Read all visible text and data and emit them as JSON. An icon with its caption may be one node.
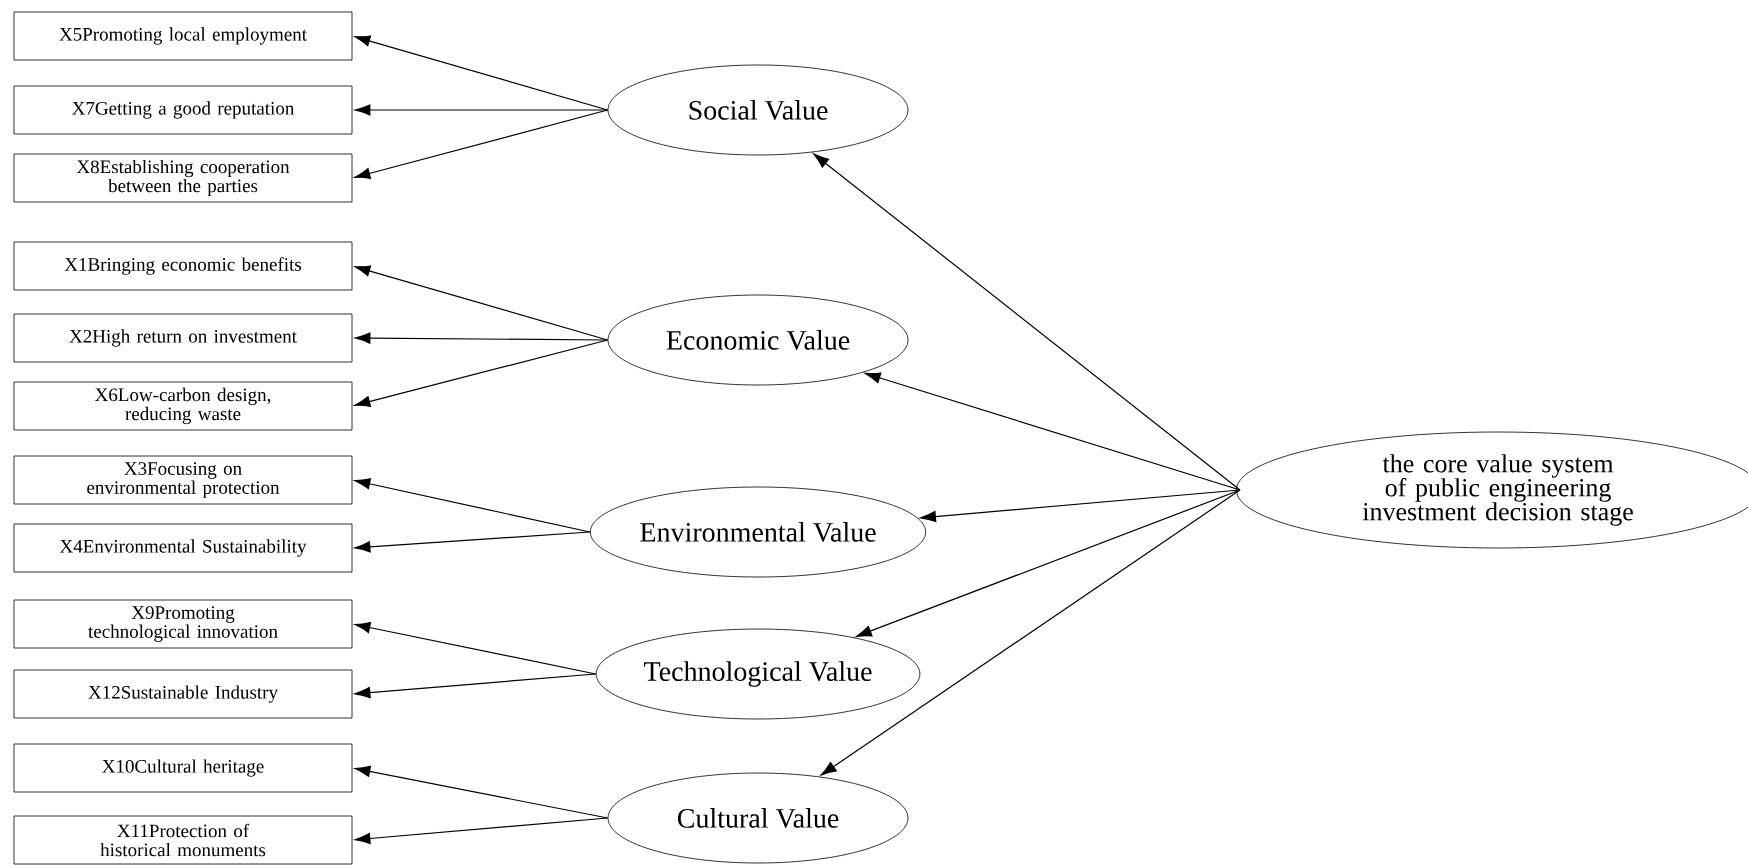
{
  "diagram": {
    "nodes": [
      {
        "text": [
          "the core value system of public engineering investment decision stage"
        ]
      },
      {
        "text": [
          "Social Value"
        ]
      },
      {
        "text": [
          "X5Promoting local employment"
        ]
      },
      {
        "text": [
          "X7Getting a good reputation"
        ]
      },
      {
        "text": [
          "X8Establishing cooperation between the parties"
        ]
      },
      {
        "text": [
          "Economic Value"
        ]
      },
      {
        "text": [
          "X1Bringing economic benefits"
        ]
      },
      {
        "text": [
          "X2High return on investment"
        ]
      },
      {
        "text": [
          "X6Low-carbon design, reducing waste"
        ]
      },
      {
        "text": [
          "Environmental Value"
        ]
      },
      {
        "text": [
          "X3Focusing on environmental protection"
        ]
      },
      {
        "text": [
          "X4Environmental Sustainability"
        ]
      },
      {
        "text": [
          "Technological Value"
        ]
      },
      {
        "text": [
          "X9Promoting technological innovation"
        ]
      },
      {
        "text": [
          "X12Sustainable Industry"
        ]
      },
      {
        "text": [
          "Cultural Value"
        ]
      },
      {
        "text": [
          "X10Cultural heritage"
        ]
      },
      {
        "text": [
          "X11Protection of historical monuments"
        ]
      }
    ],
    "edges": [
      {
        "from": 0,
        "to": 1,
        "arrow": "to"
      },
      {
        "from": 0,
        "to": 5,
        "arrow": "to"
      },
      {
        "from": 0,
        "to": 9,
        "arrow": "to"
      },
      {
        "from": 0,
        "to": 12,
        "arrow": "to"
      },
      {
        "from": 0,
        "to": 15,
        "arrow": "to"
      },
      {
        "from": 1,
        "to": 2,
        "arrow": "to"
      },
      {
        "from": 1,
        "to": 3,
        "arrow": "to"
      },
      {
        "from": 1,
        "to": 4,
        "arrow": "to"
      },
      {
        "from": 5,
        "to": 6,
        "arrow": "to"
      },
      {
        "from": 5,
        "to": 7,
        "arrow": "to"
      },
      {
        "from": 5,
        "to": 8,
        "arrow": "to"
      },
      {
        "from": 9,
        "to": 10,
        "arrow": "to"
      },
      {
        "from": 9,
        "to": 11,
        "arrow": "to"
      },
      {
        "from": 12,
        "to": 13,
        "arrow": "to"
      },
      {
        "from": 12,
        "to": 14,
        "arrow": "to"
      },
      {
        "from": 15,
        "to": 16,
        "arrow": "to"
      },
      {
        "from": 15,
        "to": 17,
        "arrow": "to"
      }
    ]
  }
}
